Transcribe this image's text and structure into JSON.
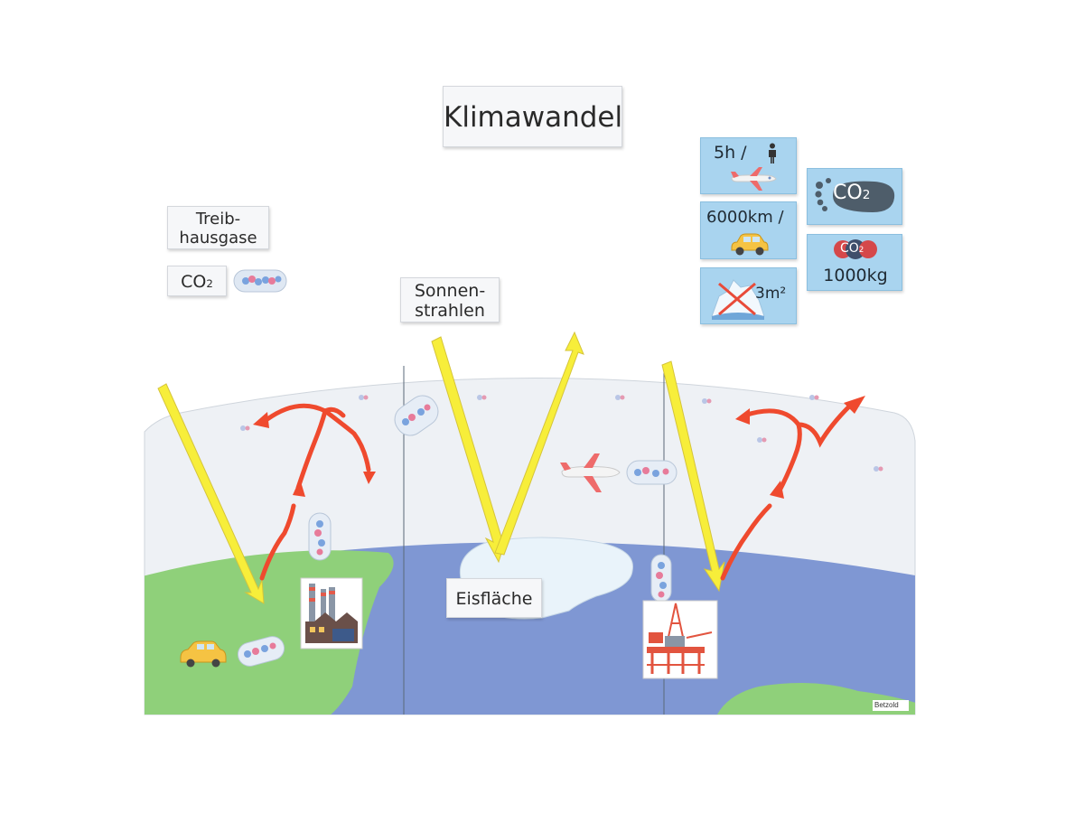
{
  "title": "Klimawandel",
  "labels": {
    "treibhausgase_line1": "Treib-",
    "treibhausgase_line2": "hausgase",
    "co2_main": "CO",
    "co2_sub": "2",
    "sonnenstrahlen_line1": "Sonnen-",
    "sonnenstrahlen_line2": "strahlen",
    "eisflaeche": "Eisfläche",
    "brand": "Betzold"
  },
  "info_cards": {
    "flight": "5h /",
    "car": "6000km /",
    "ice": "3m²",
    "footprint_main": "CO",
    "footprint_sub": "2",
    "ton_main": "CO",
    "ton_sub": "2",
    "ton_value": "1000kg"
  },
  "colors": {
    "sky": "#eef1f5",
    "ocean": "#7f97d3",
    "land": "#8fd07a",
    "ice": "#e9f3fa",
    "sun_ray": "#f7ee3a",
    "heat_arrow": "#ef4a2e",
    "card_blue": "#a9d4ef"
  },
  "icons": [
    "airplane-icon",
    "person-icon",
    "car-icon",
    "iceberg-icon",
    "footprint-icon",
    "factory-icon",
    "oil-platform-icon",
    "co2-molecule-icon"
  ]
}
